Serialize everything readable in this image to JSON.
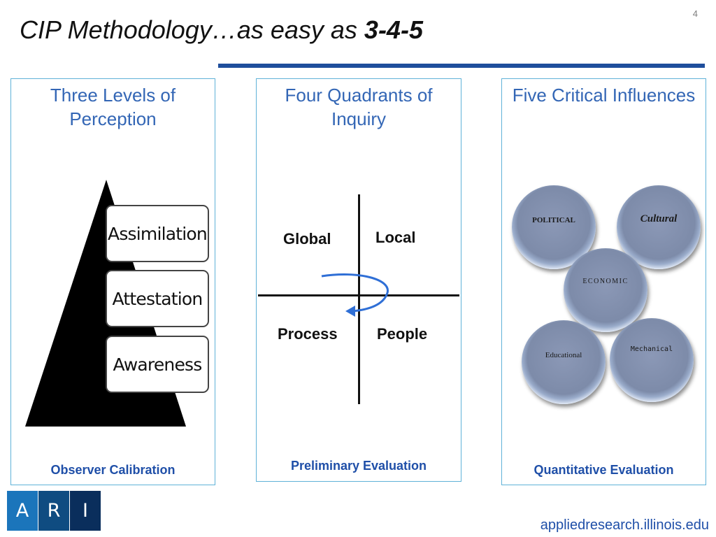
{
  "slide": {
    "number": "4",
    "title_main": "CIP Methodology…as easy as ",
    "title_emphasis": "3-4-5"
  },
  "panels": {
    "perception": {
      "title": "Three Levels of Perception",
      "levels": [
        "Assimilation",
        "Attestation",
        "Awareness"
      ],
      "caption": "Observer Calibration"
    },
    "inquiry": {
      "title": "Four Quadrants of Inquiry",
      "quadrants": {
        "top_left": "Global",
        "top_right": "Local",
        "bottom_left": "Process",
        "bottom_right": "People"
      },
      "caption": "Preliminary Evaluation"
    },
    "influences": {
      "title": "Five Critical Influences",
      "factors": [
        "POLITICAL",
        "Cultural",
        "ECONOMIC",
        "Educational",
        "Mechanical"
      ],
      "caption": "Quantitative Evaluation"
    }
  },
  "footer": {
    "logo_letters": [
      "A",
      "R",
      "I"
    ],
    "logo_colors": [
      "#1b75bb",
      "#0f4c81",
      "#0a2e5c"
    ],
    "url": "appliedresearch.illinois.edu"
  },
  "colors": {
    "accent_blue": "#1f4e9c",
    "panel_border": "#5fb2d8",
    "title_blue": "#3366b5",
    "arrow_blue": "#2f6fd6"
  }
}
